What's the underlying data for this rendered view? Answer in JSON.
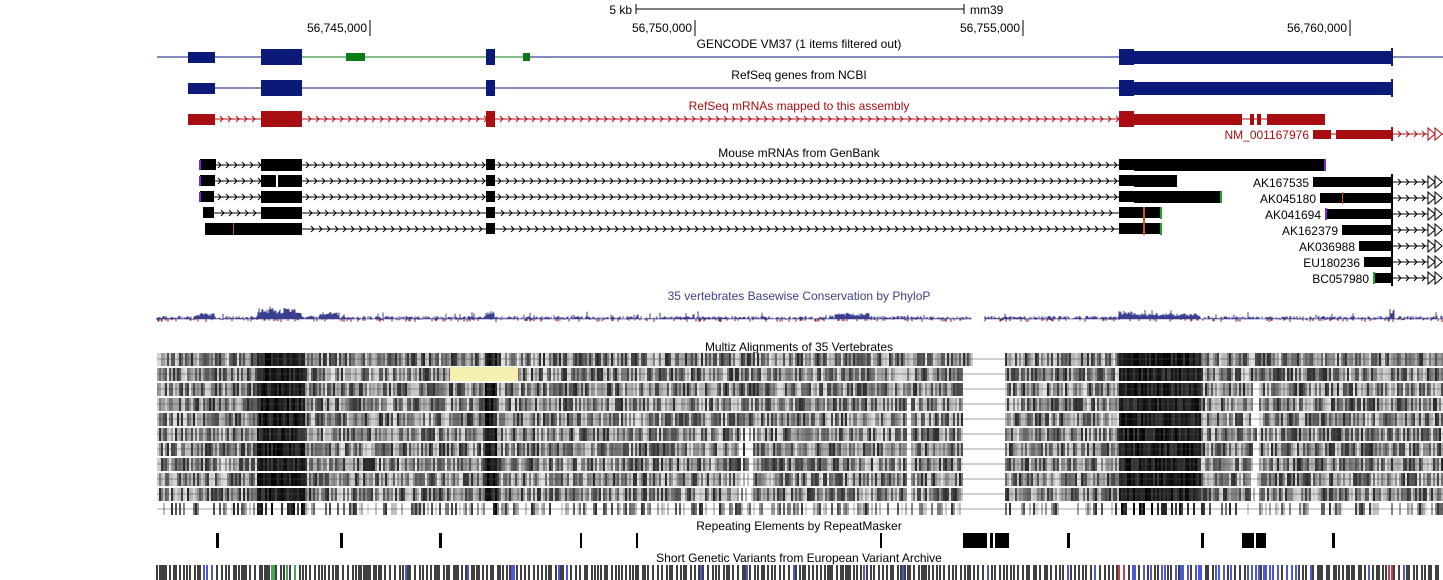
{
  "ruler": {
    "scale_label": "5 kb",
    "assembly": "mm39",
    "ticks": [
      "56,745,000",
      "56,750,000",
      "56,755,000",
      "56,760,000"
    ]
  },
  "tracks": {
    "gencode": {
      "title": "GENCODE VM37 (1 items filtered out)"
    },
    "refseq_ncbi": {
      "title": "RefSeq genes from NCBI"
    },
    "refseq_mrna": {
      "title": "RefSeq mRNAs mapped to this assembly",
      "extra_label": "NM_001167976"
    },
    "mouse_mrna": {
      "title": "Mouse mRNAs from GenBank",
      "labels": [
        "AK167535",
        "AK045180",
        "AK041694",
        "AK162379",
        "AK036988",
        "EU180236",
        "BC057980"
      ]
    },
    "phylop": {
      "title": "35 vertebrates Basewise Conservation by PhyloP"
    },
    "multiz": {
      "title": "Multiz Alignments of 35 Vertebrates"
    },
    "repeatmasker": {
      "title": "Repeating Elements by RepeatMasker"
    },
    "eva": {
      "title": "Short Genetic Variants from European Variant Archive"
    }
  },
  "colors": {
    "gencode_blue": "#0b1a78",
    "gencode_green": "#0a7a14",
    "refseq_red": "#a80d12",
    "mrna_black": "#000000",
    "phylop_blue": "#3b3f8f",
    "phylop_red": "#8b1a1a",
    "highlight": "#f5f0b0",
    "variant_blue": "#1020c8",
    "variant_green": "#0a8a20",
    "variant_red": "#b00010"
  }
}
